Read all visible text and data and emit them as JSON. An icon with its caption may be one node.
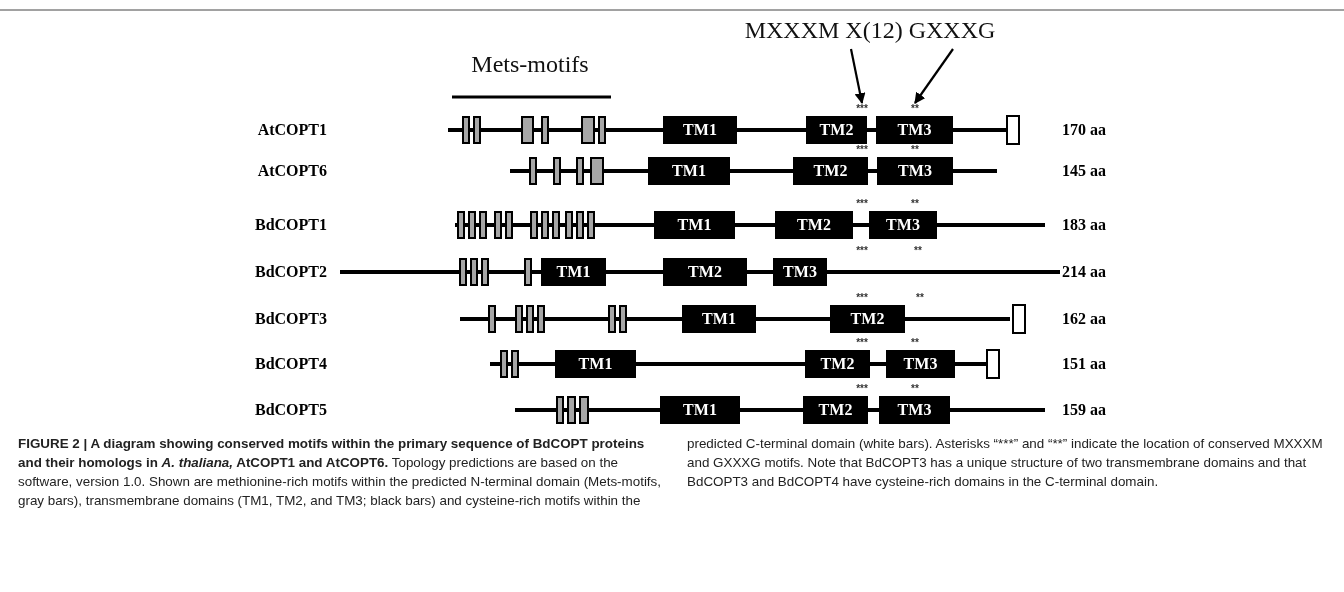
{
  "diagram": {
    "title": "FIGURE 2 | A diagram showing conserved motifs within the primary sequence of BdCOPT proteins and their homologs in *A. thaliana,* AtCOPT1 and AtCOPT6.",
    "caption": "Topology predictions are based on the software, version 1.0. Shown are methionine-rich motifs within the predicted N-terminal domain (Mets-motifs, gray bars), transmembrane domains (TM1, TM2, and TM3; black bars) and cysteine-rich motifs within the predicted C-terminal domain (white bars). Asterisks “***” and “**” indicate the location of conserved MXXXM and GXXXG motifs. Note that BdCOPT3 has a unique structure of two transmembrane domains and that BdCOPT3 and BdCOPT4 have cysteine-rich domains in the C-terminal domain.",
    "nodes": [
      {
        "text": [
          "MXXXM X(12) GXXXG"
        ]
      },
      {
        "text": [],
        "shape": "bar"
      },
      {
        "text": [],
        "shape": "bar"
      },
      {
        "text": [],
        "shape": "bar"
      },
      {
        "text": [],
        "shape": "bar"
      },
      {
        "text": [],
        "shape": "bar"
      },
      {
        "text": [],
        "shape": "bar"
      },
      {
        "text": [
          "TM1"
        ]
      },
      {
        "text": [
          "TM2"
        ]
      },
      {
        "text": [
          "TM3"
        ]
      },
      {
        "text": [],
        "shape": "bar"
      },
      {
        "text": [],
        "shape": "bar"
      },
      {
        "text": [],
        "shape": "bar"
      },
      {
        "text": [],
        "shape": "bar"
      },
      {
        "text": [],
        "shape": "bar"
      },
      {
        "text": [
          "TM1"
        ]
      },
      {
        "text": [
          "TM2"
        ]
      },
      {
        "text": [
          "TM3"
        ]
      },
      {
        "text": [],
        "shape": "bar"
      },
      {
        "text": [],
        "shape": "bar"
      },
      {
        "text": [],
        "shape": "bar"
      },
      {
        "text": [],
        "shape": "bar"
      },
      {
        "text": [],
        "shape": "bar"
      },
      {
        "text": [],
        "shape": "bar"
      },
      {
        "text": [],
        "shape": "bar"
      },
      {
        "text": [],
        "shape": "bar"
      },
      {
        "text": [],
        "shape": "bar"
      },
      {
        "text": [],
        "shape": "bar"
      },
      {
        "text": [],
        "shape": "bar"
      },
      {
        "text": [
          "TM1"
        ]
      },
      {
        "text": [
          "TM2"
        ]
      },
      {
        "text": [
          "TM3"
        ]
      },
      {
        "text": [],
        "shape": "bar"
      },
      {
        "text": [],
        "shape": "bar"
      },
      {
        "text": [],
        "shape": "bar"
      },
      {
        "text": [],
        "shape": "bar"
      },
      {
        "text": [
          "TM1"
        ]
      },
      {
        "text": [
          "TM2"
        ]
      },
      {
        "text": [
          "TM3"
        ]
      },
      {
        "text": [],
        "shape": "bar"
      },
      {
        "text": [],
        "shape": "bar"
      },
      {
        "text": [],
        "shape": "bar"
      },
      {
        "text": [],
        "shape": "bar"
      },
      {
        "text": [],
        "shape": "bar"
      },
      {
        "text": [],
        "shape": "bar"
      },
      {
        "text": [
          "TM1"
        ]
      },
      {
        "text": [
          "TM2"
        ]
      },
      {
        "text": [],
        "shape": "bar"
      },
      {
        "text": [],
        "shape": "bar"
      },
      {
        "text": [],
        "shape": "bar"
      },
      {
        "text": [
          "TM1"
        ]
      },
      {
        "text": [
          "TM2"
        ]
      },
      {
        "text": [
          "TM3"
        ]
      },
      {
        "text": [],
        "shape": "bar"
      },
      {
        "text": [],
        "shape": "bar"
      },
      {
        "text": [],
        "shape": "bar"
      },
      {
        "text": [],
        "shape": "bar"
      },
      {
        "text": [
          "TM1"
        ]
      },
      {
        "text": [
          "TM2"
        ]
      },
      {
        "text": [
          "TM3"
        ]
      }
    ],
    "edges": [
      {
        "from": 0,
        "to": 8,
        "arrow": "to"
      },
      {
        "from": 0,
        "to": 9,
        "arrow": "to"
      }
    ],
    "labels": [
      "Mets-motifs",
      "***",
      "**",
      "AtCOPT1",
      "170 aa",
      "***",
      "**",
      "AtCOPT6",
      "145 aa",
      "***",
      "**",
      "BdCOPT1",
      "183 aa",
      "BdCOPT2",
      "***",
      "**",
      "214 aa",
      "***",
      "**",
      "BdCOPT3",
      "162 aa",
      "***",
      "**",
      "BdCOPT4",
      "151 aa",
      "***",
      "**",
      "BdCOPT5",
      "159 aa"
    ]
  }
}
